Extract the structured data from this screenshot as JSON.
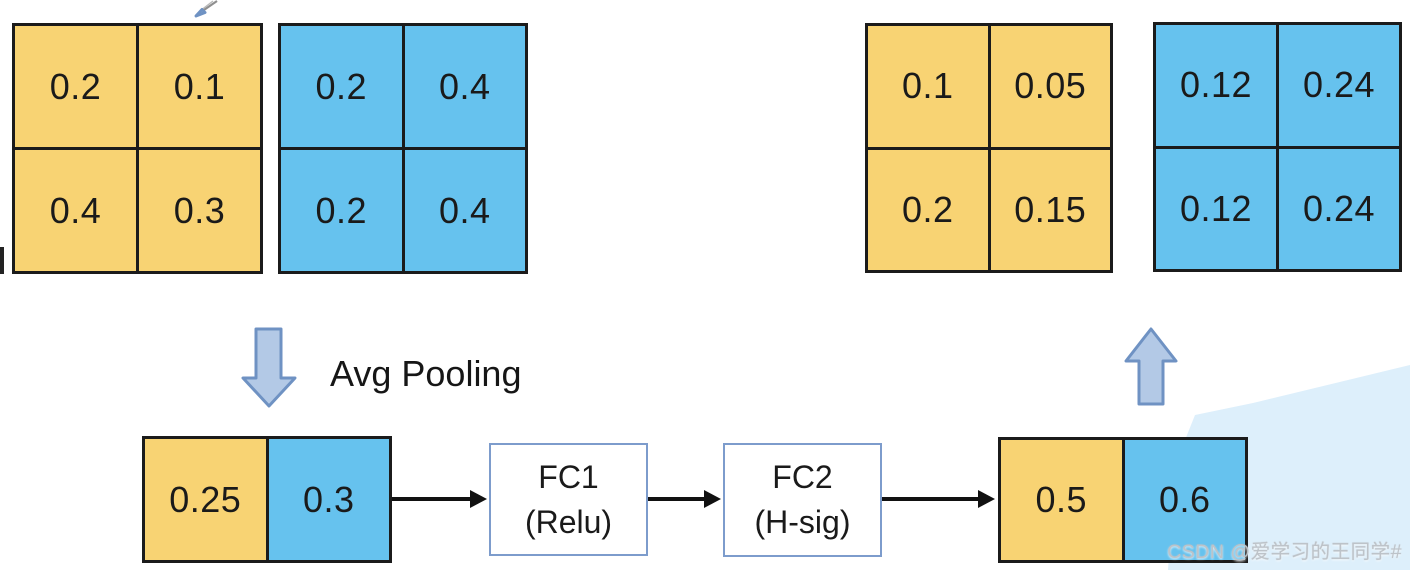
{
  "diagram": {
    "grids": {
      "input_yellow": [
        "0.2",
        "0.1",
        "0.4",
        "0.3"
      ],
      "input_blue": [
        "0.2",
        "0.4",
        "0.2",
        "0.4"
      ],
      "output_yellow": [
        "0.1",
        "0.05",
        "0.2",
        "0.15"
      ],
      "output_blue": [
        "0.12",
        "0.24",
        "0.12",
        "0.24"
      ]
    },
    "avg_pooling_label": "Avg Pooling",
    "pooled_vector": [
      "0.25",
      "0.3"
    ],
    "fc1": {
      "title": "FC1",
      "activation": "(Relu)"
    },
    "fc2": {
      "title": "FC2",
      "activation": "(H-sig)"
    },
    "attention_vector": [
      "0.5",
      "0.6"
    ],
    "watermark": "CSDN @爱学习的王同学#",
    "icons": {
      "pen_cursor": "pen-cursor",
      "pool_arrow": "block-arrow-down",
      "excite_arrow": "block-arrow-up"
    },
    "colors": {
      "channel_yellow": "#F8D373",
      "channel_blue": "#66C2EE",
      "grid_border": "#1B1B1B",
      "block_arrow_fill": "#B3C9E6",
      "block_arrow_stroke": "#6F92C3",
      "fc_box_border": "#7D9CCC",
      "flow_arrow": "#111111",
      "highlight": "#DDEFFB",
      "watermark": "#BDC3C9"
    }
  }
}
